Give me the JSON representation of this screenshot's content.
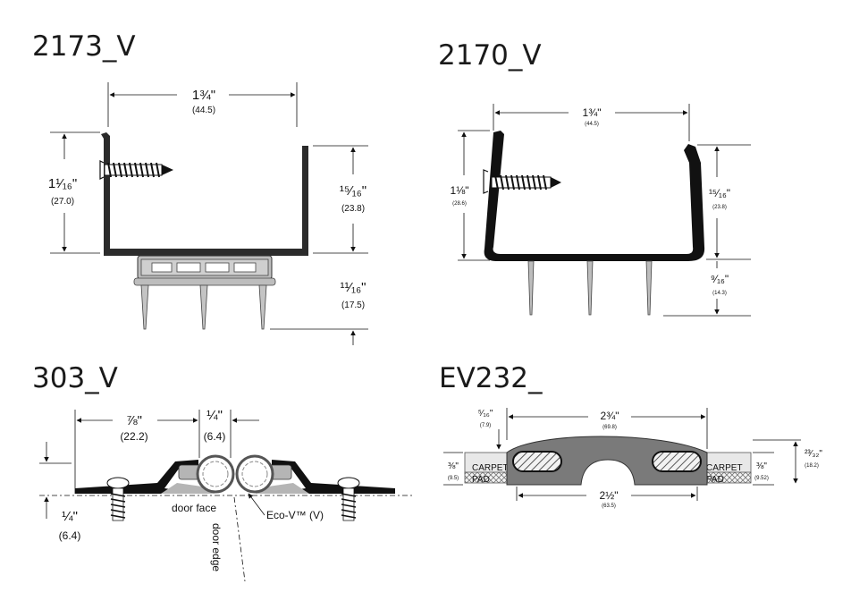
{
  "panels": [
    {
      "title": "2173_V",
      "dims": {
        "width": "1¾\"",
        "width_mm": "(44.5)",
        "left_height": "1¹⁄₁₆\"",
        "left_height_mm": "(27.0)",
        "right_height": "¹⁵⁄₁₆\"",
        "right_height_mm": "(23.8)",
        "leg_height": "¹¹⁄₁₆\"",
        "leg_height_mm": "(17.5)"
      }
    },
    {
      "title": "2170_V",
      "dims": {
        "width": "1¾\"",
        "width_mm": "(44.5)",
        "left_height": "1⅛\"",
        "left_height_mm": "(28.6)",
        "right_height": "¹⁵⁄₁₆\"",
        "right_height_mm": "(23.8)",
        "leg_height": "⁹⁄₁₆\"",
        "leg_height_mm": "(14.3)"
      }
    },
    {
      "title": "303_V",
      "dims": {
        "width": "⅞\"",
        "width_mm": "(22.2)",
        "bulb": "¼\"",
        "bulb_mm": "(6.4)",
        "height": "¼\"",
        "height_mm": "(6.4)"
      },
      "labels": {
        "door_face": "door face",
        "door_edge": "door edge",
        "eco": "Eco-V™ (V)"
      }
    },
    {
      "title": "EV232_",
      "dims": {
        "top_width": "2¾\"",
        "top_width_mm": "(69.8)",
        "bottom_width": "2½\"",
        "bottom_width_mm": "(63.5)",
        "lip": "⁵⁄₁₆\"",
        "lip_mm": "(7.9)",
        "height": "²³⁄₃₂\"",
        "height_mm": "(18.2)",
        "left_carpet": "⅜\"",
        "left_carpet_mm": "(9.5)",
        "right_carpet": "⅜\"",
        "right_carpet_mm": "(9.52)"
      },
      "labels": {
        "carpet": "CARPET",
        "pad": "PAD"
      }
    }
  ]
}
